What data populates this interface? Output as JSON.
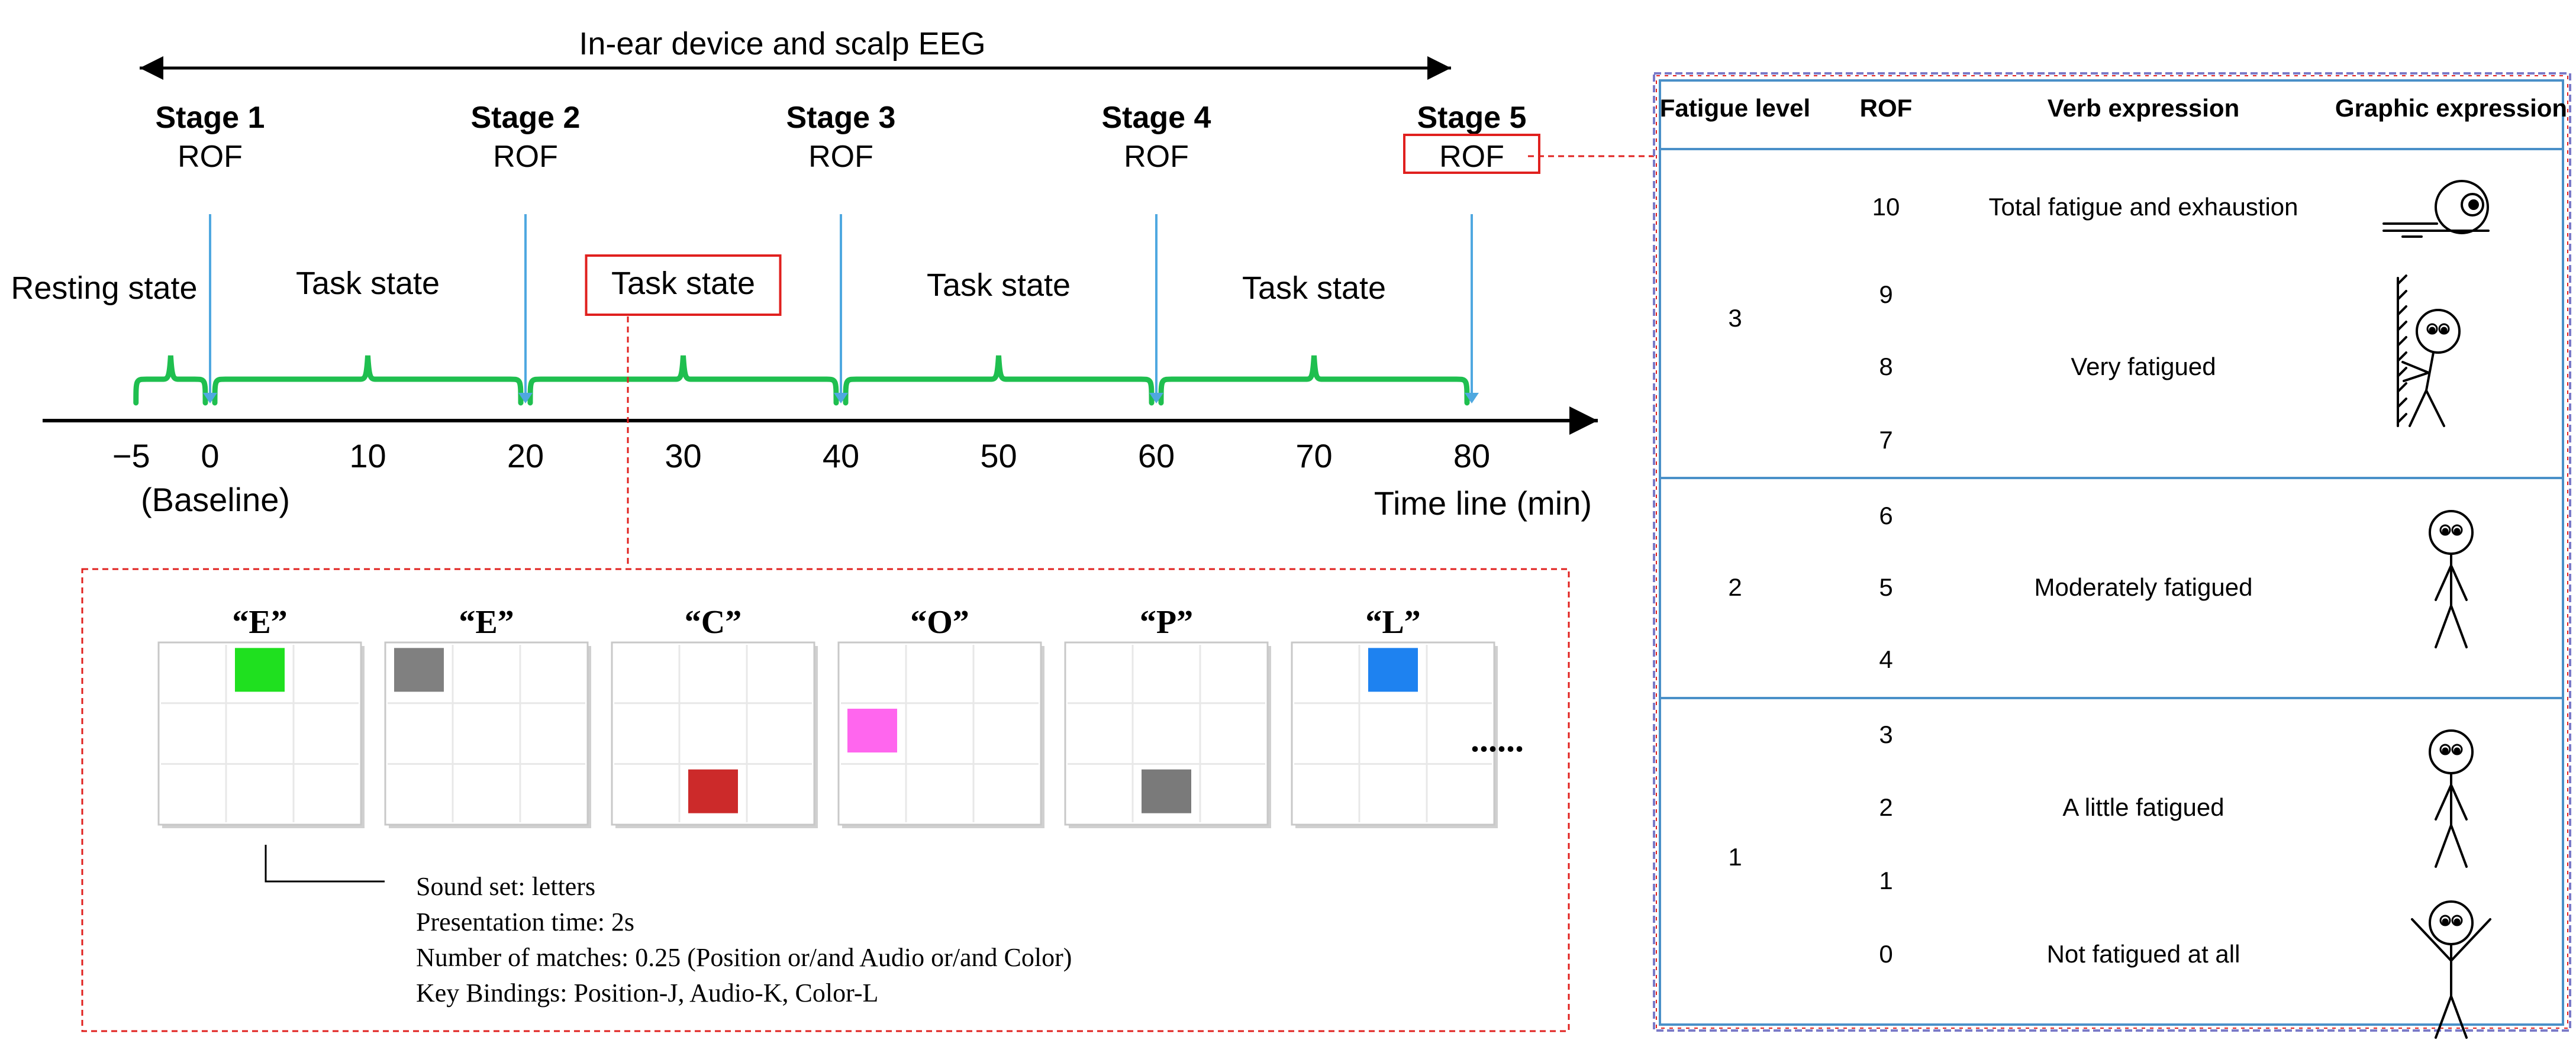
{
  "header": "In-ear device and scalp EEG",
  "stages": [
    {
      "name": "Stage 1",
      "sub": "ROF",
      "time": 0
    },
    {
      "name": "Stage 2",
      "sub": "ROF",
      "time": 20
    },
    {
      "name": "Stage 3",
      "sub": "ROF",
      "time": 40
    },
    {
      "name": "Stage 4",
      "sub": "ROF",
      "time": 60
    },
    {
      "name": "Stage 5",
      "sub": "ROF",
      "time": 80,
      "boxed": true
    }
  ],
  "states": [
    {
      "label": "Resting state",
      "from": -5,
      "to": 0
    },
    {
      "label": "Task state",
      "from": 0,
      "to": 20
    },
    {
      "label": "Task state",
      "from": 20,
      "to": 40,
      "boxed": true
    },
    {
      "label": "Task state",
      "from": 40,
      "to": 60
    },
    {
      "label": "Task state",
      "from": 60,
      "to": 80
    }
  ],
  "axis": {
    "ticks": [
      "−5",
      "0",
      "10",
      "20",
      "30",
      "40",
      "50",
      "60",
      "70",
      "80"
    ],
    "tick_values": [
      -5,
      0,
      10,
      20,
      30,
      40,
      50,
      60,
      70,
      80
    ],
    "baseline_label": "(Baseline)",
    "title": "Time line (min)"
  },
  "trials": [
    {
      "letter": "“E”",
      "cell": [
        1,
        0
      ],
      "color": "#1fe01f"
    },
    {
      "letter": "“E”",
      "cell": [
        0,
        0
      ],
      "color": "#808080"
    },
    {
      "letter": "“C”",
      "cell": [
        1,
        2
      ],
      "color": "#cc2a2a"
    },
    {
      "letter": "“O”",
      "cell": [
        0,
        1
      ],
      "color": "#ff66ee"
    },
    {
      "letter": "“P”",
      "cell": [
        1,
        2
      ],
      "color": "#7a7a7a"
    },
    {
      "letter": "“L”",
      "cell": [
        1,
        0
      ],
      "color": "#1e82f0"
    }
  ],
  "ellipsis": "......",
  "task_info": [
    "Sound set: letters",
    "Presentation time: 2s",
    "Number of matches: 0.25 (Position or/and Audio or/and Color)",
    "Key Bindings: Position-J, Audio-K, Color-L"
  ],
  "scale": {
    "headers": [
      "Fatigue level",
      "ROF",
      "Verb expression",
      "Graphic expression"
    ],
    "groups": [
      {
        "level": "3",
        "rows": [
          {
            "rof": "10",
            "verb": "Total fatigue and exhaustion"
          },
          {
            "rof": "9",
            "verb": ""
          },
          {
            "rof": "8",
            "verb": "Very fatigued"
          },
          {
            "rof": "7",
            "verb": ""
          }
        ]
      },
      {
        "level": "2",
        "rows": [
          {
            "rof": "6",
            "verb": ""
          },
          {
            "rof": "5",
            "verb": "Moderately fatigued"
          },
          {
            "rof": "4",
            "verb": ""
          }
        ]
      },
      {
        "level": "1",
        "rows": [
          {
            "rof": "3",
            "verb": ""
          },
          {
            "rof": "2",
            "verb": "A little fatigued"
          },
          {
            "rof": "1",
            "verb": ""
          },
          {
            "rof": "0",
            "verb": "Not fatigued at all"
          }
        ]
      }
    ],
    "figures": [
      "lying-figure-icon",
      "leaning-figure-icon",
      "standing-figure-icon",
      "standing-figure-icon",
      "cheering-figure-icon"
    ]
  },
  "colors": {
    "brace": "#1fbf4f",
    "stage_line": "#4fa8e0",
    "highlight": "#e0201e",
    "table_border": "#4a90c8",
    "outer_dash": "#7a7ac8"
  }
}
